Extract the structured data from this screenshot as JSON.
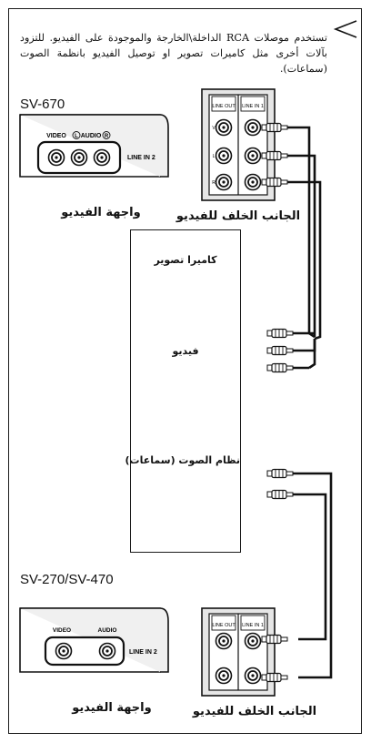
{
  "intro_text": "تستخدم موصلات RCA الداخلة\\الخارجة والموجودة على الفيديو. للتزود بآلات أخرى مثل كاميرات تصوير او توصيل الفيديو بانظمة الصوت (سماعات).",
  "top_section": {
    "model": "SV-670",
    "front_panel": {
      "video_label": "VIDEO",
      "audio_label": "AUDIO",
      "audio_l": "L",
      "audio_r": "R",
      "line_in": "LINE IN 2",
      "caption": "واجهة الفيديو"
    },
    "rear_panel": {
      "line_out": "LINE OUT",
      "line_in": "LINE IN 1",
      "row_marks": [
        "V",
        "L",
        "R"
      ],
      "caption": "الجانب الخلف للفيديو"
    }
  },
  "devices": [
    {
      "label": "كاميرا تصوير",
      "icon": "camcorder-icon"
    },
    {
      "label": "فيديو",
      "icon": "vcr-icon"
    },
    {
      "label": "نظام الصوت (سماعات)",
      "icon": "stereo-system-icon"
    }
  ],
  "bottom_section": {
    "model": "SV-270/SV-470",
    "front_panel": {
      "video_label": "VIDEO",
      "audio_label": "AUDIO",
      "line_in": "LINE IN 2",
      "caption": "واجهة الفيديو"
    },
    "rear_panel": {
      "line_out": "LINE OUT",
      "line_in": "LINE IN 1",
      "caption": "الجانب الخلف للفيديو"
    }
  }
}
